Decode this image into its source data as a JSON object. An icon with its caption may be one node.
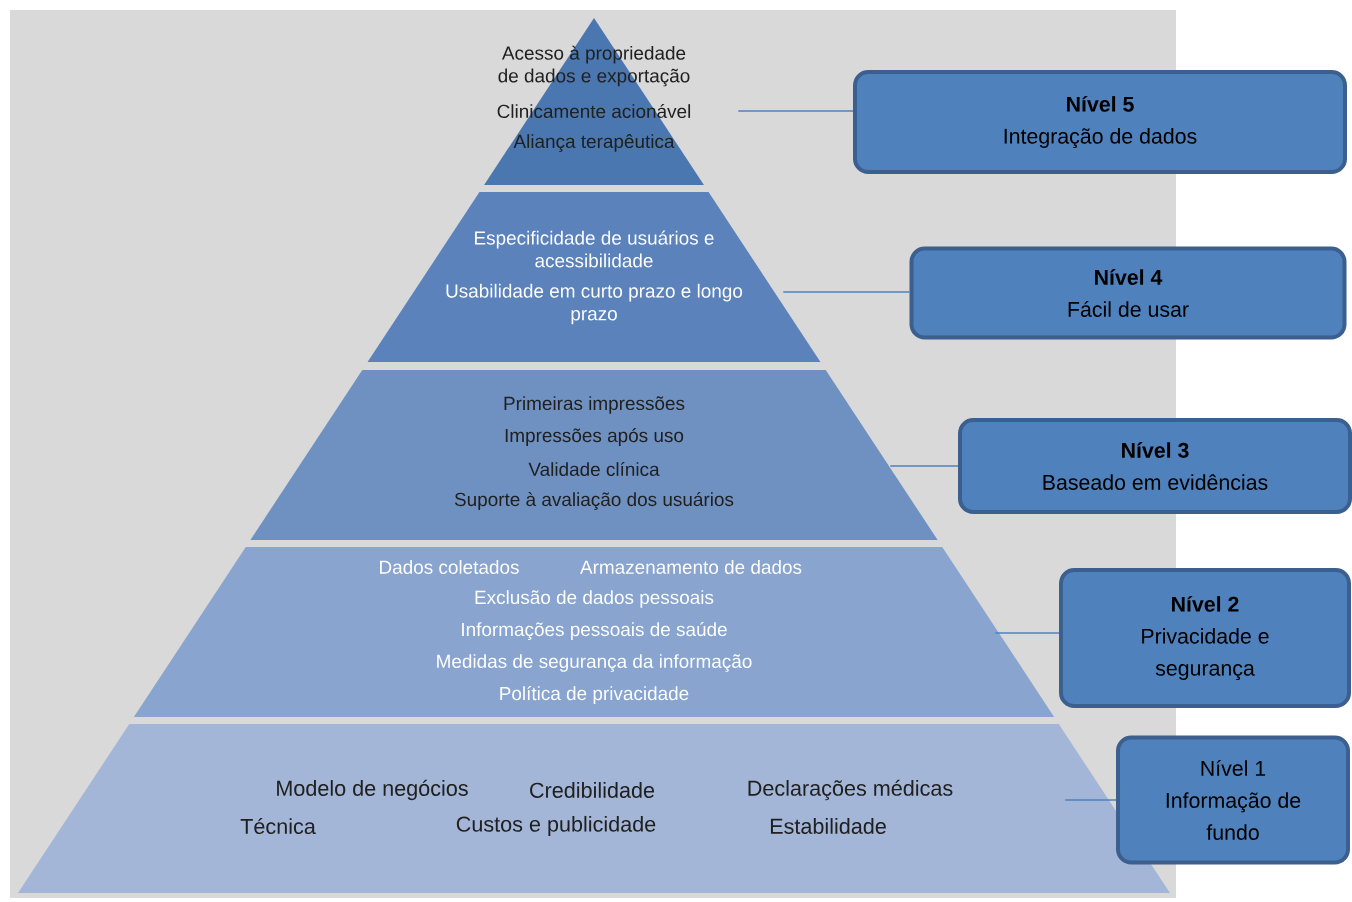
{
  "diagram": {
    "nodes": [
      {
        "text": [
          "Acesso à propriedade de dados e exportação",
          "Clinicamente acionável",
          "Aliança terapêutica"
        ]
      },
      {
        "text": [
          "Especificidade de usuários e acessibilidade",
          "Usabilidade em curto prazo e longo prazo"
        ]
      },
      {
        "text": [
          "Primeiras impressões",
          "Impressões após uso",
          "Validade clínica",
          "Suporte à avaliação dos usuários"
        ]
      },
      {
        "text": [
          "Dados coletados",
          "Armazenamento de dados",
          "Exclusão de dados pessoais",
          "Informações pessoais de saúde",
          "Medidas de segurança da informação",
          "Política de privacidade"
        ]
      },
      {
        "text": [
          "Modelo de negócios",
          "Credibilidade",
          "Declarações médicas",
          "Técnica",
          "Custos e publicidade",
          "Estabilidade"
        ]
      },
      {
        "text": [
          "Nível 5",
          "Integração de dados"
        ]
      },
      {
        "text": [
          "Nível 4",
          "Fácil de usar"
        ]
      },
      {
        "text": [
          "Nível 3",
          "Baseado em evidências"
        ]
      },
      {
        "text": [
          "Nível 2",
          "Privacidade e segurança"
        ]
      },
      {
        "text": [
          "Nível 1",
          "Informação de fundo"
        ]
      }
    ],
    "edges": [
      {
        "from": 0,
        "to": 5,
        "arrow": "none"
      },
      {
        "from": 1,
        "to": 6,
        "arrow": "none"
      },
      {
        "from": 2,
        "to": 7,
        "arrow": "none"
      },
      {
        "from": 3,
        "to": 8,
        "arrow": "none"
      },
      {
        "from": 4,
        "to": 9,
        "arrow": "none"
      }
    ]
  }
}
